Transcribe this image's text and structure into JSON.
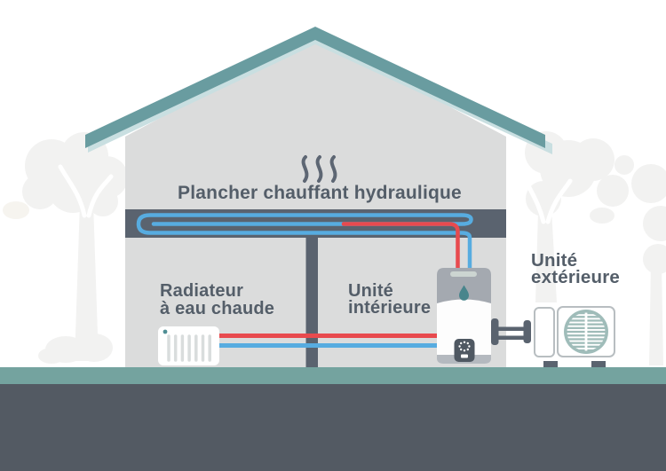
{
  "scene": {
    "title": "Plancher chauffant hydraulique",
    "labels": {
      "radiator": {
        "line1": "Radiateur",
        "line2": "à eau chaude"
      },
      "indoor_unit": {
        "line1": "Unité",
        "line2": "intérieure"
      },
      "outdoor_unit": {
        "line1": "Unité",
        "line2": "extérieure"
      }
    },
    "icons": {
      "heat_waves": "heat-waves",
      "water_drop": "water-drop",
      "fan": "fan-grille",
      "control_dial": "dial-dots"
    },
    "colors": {
      "background": "#ffffff",
      "wall": "#dbdcdc",
      "roof": "#699ca0",
      "roof_underside": "#c9dfe1",
      "slab": "#5a636f",
      "ground_top": "#74a39f",
      "ground": "#535a63",
      "hot_pipe": "#e84a4e",
      "cold_pipe": "#57ace0",
      "text": "#545e69",
      "tree": "#f2f2f1",
      "fan_grille": "#9fbcb9",
      "unit_border": "#b8bec1",
      "tank_cap": "#a4a9b0",
      "tank_rim": "#b4b9bf",
      "tank_control": "#4f5862",
      "tank_vent": "#ccd5d1",
      "drop_teal": "#49858c",
      "radiator_fin": "#d9dddd",
      "radiator_dot": "#4f8e94"
    }
  }
}
